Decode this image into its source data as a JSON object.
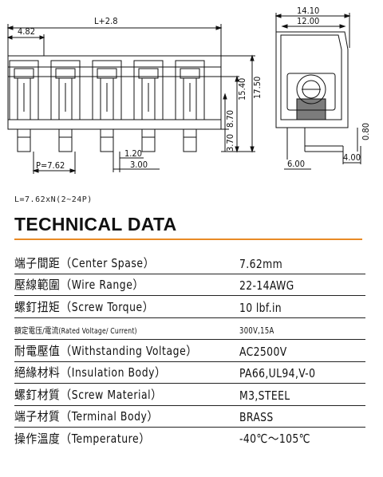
{
  "drawing": {
    "dim_length": "L+2.8",
    "dim_offset": "4.82",
    "dim_height_total": "17.50",
    "dim_height_mid": "15.40",
    "dim_height_inner": "8.70",
    "dim_height_low": "3.70",
    "dim_pin_w": "1.20",
    "dim_pin_gap": "3.00",
    "dim_pitch": "P=7.62",
    "side_width_outer": "14.10",
    "side_width_inner": "12.00",
    "side_base": "6.00",
    "side_tail": "4.00",
    "side_thickness": "0.80"
  },
  "formula": "L=7.62xN(2~24P)",
  "heading": "TECHNICAL DATA",
  "spec_rows": [
    {
      "label": "端子間距（Center Spase）",
      "value": "7.62mm"
    },
    {
      "label": "壓線範圍（Wire Range）",
      "value": "22-14AWG"
    },
    {
      "label": "螺釘扭矩（Screw Torque）",
      "value": "10 lbf.in"
    },
    {
      "label": "額定電压/電流(Rated Voltage/ Current)",
      "value": "300V,15A"
    },
    {
      "label": "耐電壓值（Withstanding Voltage）",
      "value": "AC2500V"
    },
    {
      "label": "絕緣材料（Insulation Body）",
      "value": "PA66,UL94,V-0"
    },
    {
      "label": "螺釘材質（Screw Material）",
      "value": "M3,STEEL"
    },
    {
      "label": "端子材質（Terminal Body）",
      "value": "BRASS"
    },
    {
      "label": "操作溫度（Temperature）",
      "value": "-40℃～105℃"
    }
  ]
}
